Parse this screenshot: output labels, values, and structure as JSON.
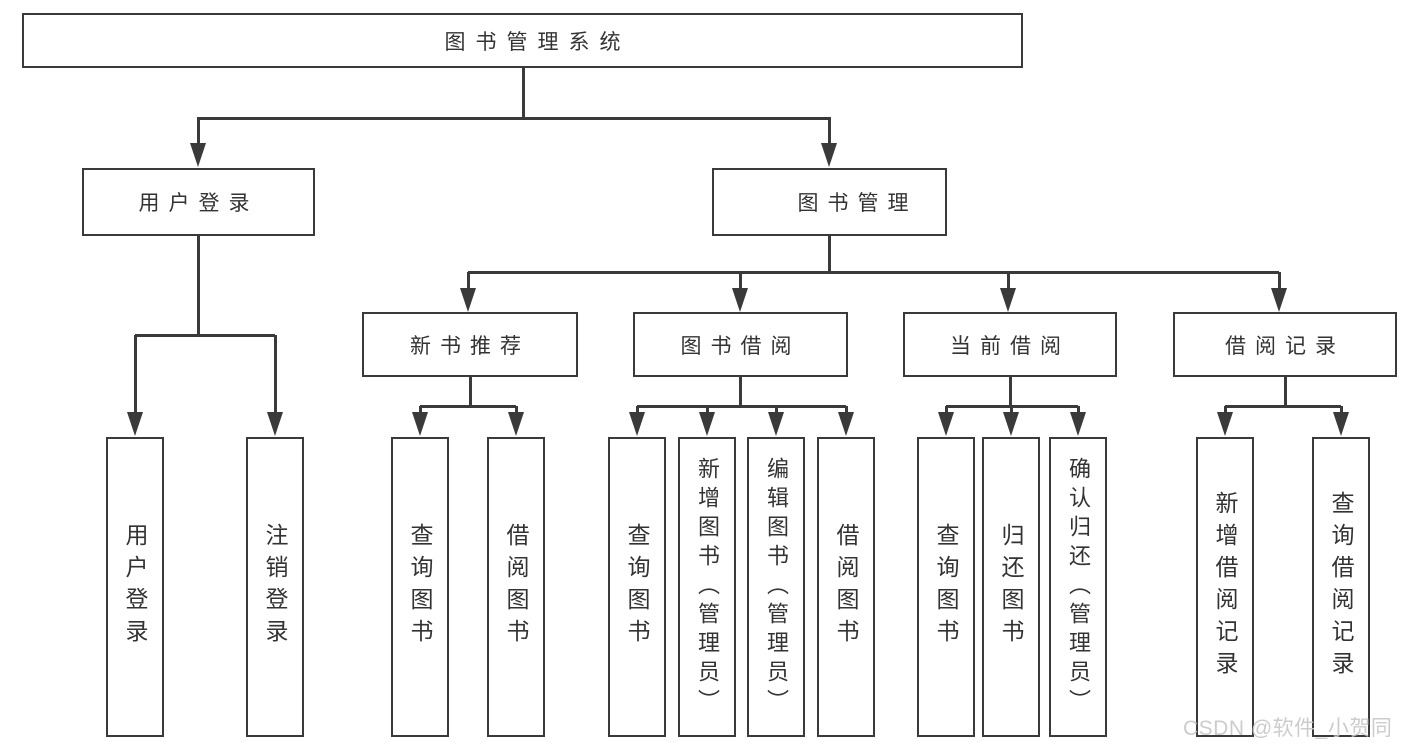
{
  "diagram": {
    "root": {
      "label": "图书管理系统"
    },
    "level2": [
      {
        "label": "用户登录"
      },
      {
        "label": "图书管理"
      }
    ],
    "level3": [
      {
        "label": "新书推荐"
      },
      {
        "label": "图书借阅"
      },
      {
        "label": "当前借阅"
      },
      {
        "label": "借阅记录"
      }
    ],
    "leaves": {
      "user_login": [
        "用户登录",
        "注销登录"
      ],
      "new_book_recommend": [
        "查询图书",
        "借阅图书"
      ],
      "book_borrow": [
        "查询图书",
        "新增图书（管理员）",
        "编辑图书（管理员）",
        "借阅图书"
      ],
      "current_borrow": [
        "查询图书",
        "归还图书",
        "确认归还（管理员）"
      ],
      "borrow_records": [
        "新增借阅记录",
        "查询借阅记录"
      ]
    }
  },
  "watermark": {
    "text": "CSDN @软件_小贺同学"
  },
  "colors": {
    "line": "#3a3a3a",
    "text": "#333333",
    "background": "#ffffff",
    "watermark": "#c7c7c9"
  }
}
